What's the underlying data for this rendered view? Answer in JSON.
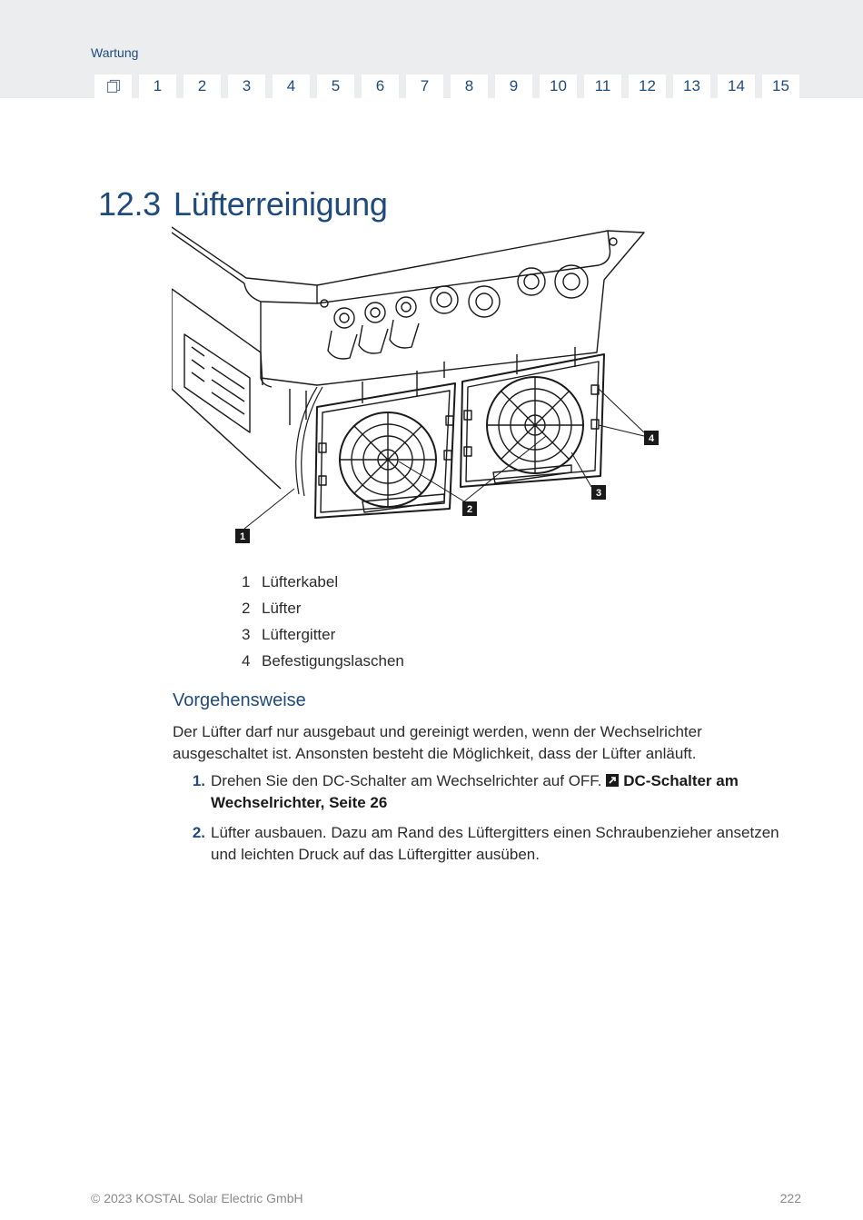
{
  "header": {
    "section": "Wartung",
    "chapters": [
      "1",
      "2",
      "3",
      "4",
      "5",
      "6",
      "7",
      "8",
      "9",
      "10",
      "11",
      "12",
      "13",
      "14",
      "15"
    ]
  },
  "heading": {
    "number": "12.3",
    "title": "Lüfterreinigung"
  },
  "figure": {
    "callouts": [
      "1",
      "2",
      "3",
      "4"
    ]
  },
  "legend": [
    {
      "num": "1",
      "label": "Lüfterkabel"
    },
    {
      "num": "2",
      "label": "Lüfter"
    },
    {
      "num": "3",
      "label": "Lüftergitter"
    },
    {
      "num": "4",
      "label": "Befestigungslaschen"
    }
  ],
  "procedure": {
    "title": "Vorgehensweise",
    "intro": "Der Lüfter darf nur ausgebaut und gereinigt werden, wenn der Wechselrichter ausgeschaltet ist. Ansonsten besteht die Möglichkeit, dass der Lüfter anläuft.",
    "steps": [
      {
        "num": "1.",
        "text": "Drehen Sie den DC-Schalter am Wechselrichter auf OFF. ",
        "link": "DC-Schalter am Wechselrichter, Seite 26"
      },
      {
        "num": "2.",
        "text": "Lüfter ausbauen. Dazu am Rand des Lüftergitters einen Schraubenzieher ansetzen und leichten Druck auf das Lüftergitter ausüben.",
        "link": ""
      }
    ]
  },
  "footer": {
    "copyright": "© 2023 KOSTAL Solar Electric GmbH",
    "page": "222"
  }
}
